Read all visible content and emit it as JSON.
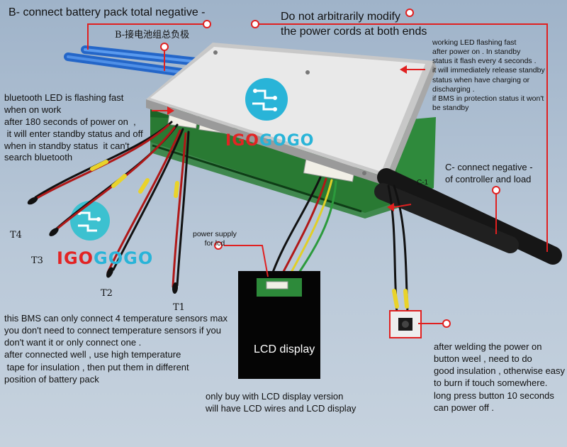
{
  "labels": {
    "b_minus_en": "B- connect battery pack total negative -",
    "b_minus_cn": "B-接电池组总负极",
    "no_modify": "Do not arbitrarily modify\nthe power cords at both ends",
    "working_led": "working LED flashing fast\nafter power on . In standby\nstatus it flash every 4 seconds .\nit will immediately release standby\nstatus when have charging or\ndischarging .\nif BMS in protection status it won't\nbe standby",
    "bluetooth_led": "bluetooth LED is flashing fast\nwhen on work\nafter 180 seconds of power on  ,\n it will enter standby status and off\nwhen in standby status  it can't\nsearch bluetooth",
    "c_minus": "C- connect negative -\nof controller and load",
    "power_supply_lcd": "power supply\nfor lcd",
    "lcd_display": "LCD display",
    "temp_sensors_note": "this BMS can only connect 4 temperature sensors max\nyou don't need to connect temperature sensors if you\ndon't want it or only connect one .\nafter connected well , use high temperature\n tape for insulation , then put them in different\nposition of battery pack",
    "lcd_version_note": "only buy with LCD display version\nwill have LCD wires and LCD display",
    "button_note": "after welding the power on\nbutton weel , need to do\ngood insulation , otherwise easy\nto burn if touch somewhere.\nlong press button 10 seconds\ncan power off .",
    "t1": "T1",
    "t2": "T2",
    "t3": "T3",
    "t4": "T4",
    "board_mark": "C-1"
  },
  "brand": {
    "part_a": "I",
    "part_b": "GO",
    "part_c": "GOGO"
  },
  "colors": {
    "annotation_red": "#e02020",
    "brand_red": "#e22424",
    "brand_cyan": "#29b4d8",
    "board_green": "#1d6b2a",
    "wire_blue": "#2a6fd0"
  },
  "icons": [
    "circuit-logo-icon",
    "push-button-icon",
    "connector-icon"
  ]
}
